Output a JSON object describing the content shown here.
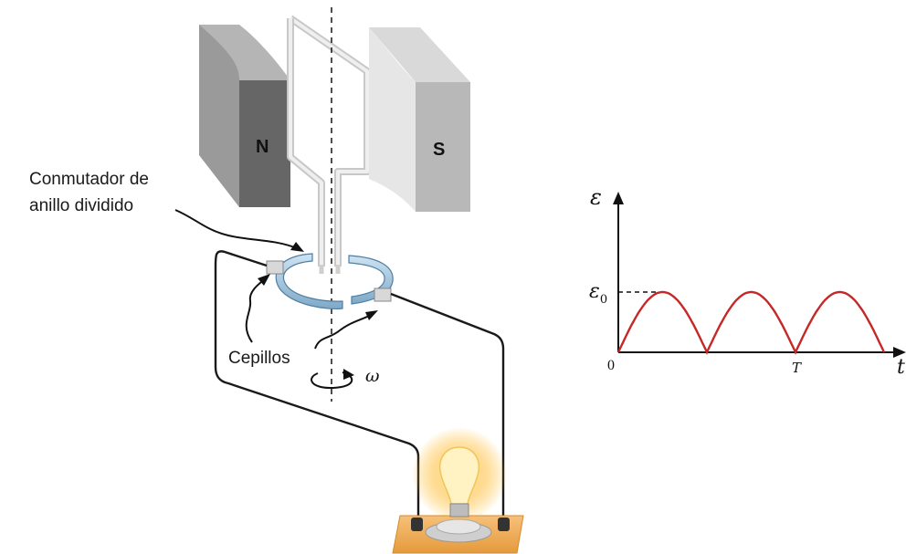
{
  "diagram": {
    "magnet_north_label": "N",
    "magnet_south_label": "S",
    "commutator_label_line1": "Conmutador de",
    "commutator_label_line2": "anillo dividido",
    "brushes_label": "Cepillos",
    "angular_velocity_symbol": "ω"
  },
  "graph": {
    "y_axis_label": "ε",
    "peak_label": "ε",
    "peak_subscript": "0",
    "origin_label": "0",
    "period_label": "T",
    "x_axis_label": "t",
    "curve_color": "#c62828"
  }
}
